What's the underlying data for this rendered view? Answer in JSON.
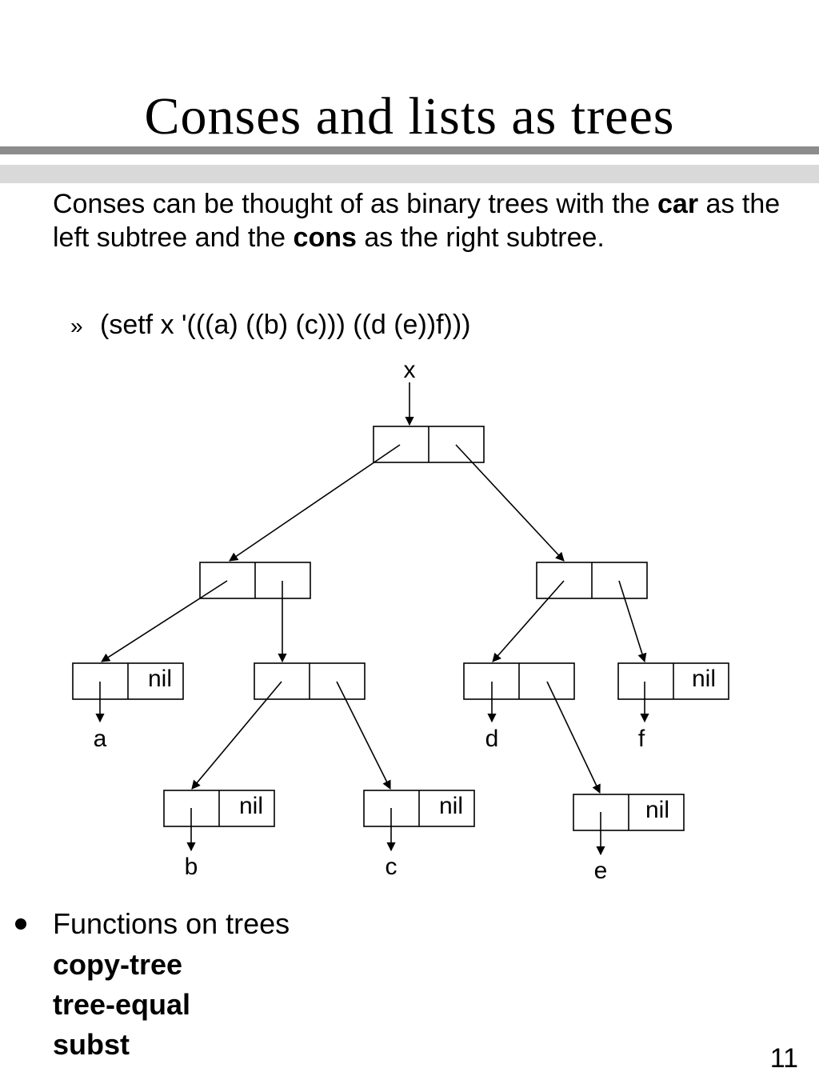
{
  "slide": {
    "title": "Conses and lists as trees",
    "page_number": "11"
  },
  "intro": {
    "text_1": "Conses can be thought of as binary trees with the ",
    "bold_1": "car",
    "text_2": " as the left subtree and the ",
    "bold_2": "cons",
    "text_3": " as the right subtree."
  },
  "example": {
    "marker": "»",
    "code": "(setf x '(((a) ((b) (c))) ((d (e))f)))"
  },
  "diagram": {
    "root_label": "x",
    "nil_label": "nil",
    "leaves": [
      "a",
      "b",
      "c",
      "d",
      "e",
      "f"
    ]
  },
  "functions": {
    "heading": "Functions on trees",
    "items": [
      "copy-tree",
      "tree-equal",
      "subst"
    ]
  }
}
